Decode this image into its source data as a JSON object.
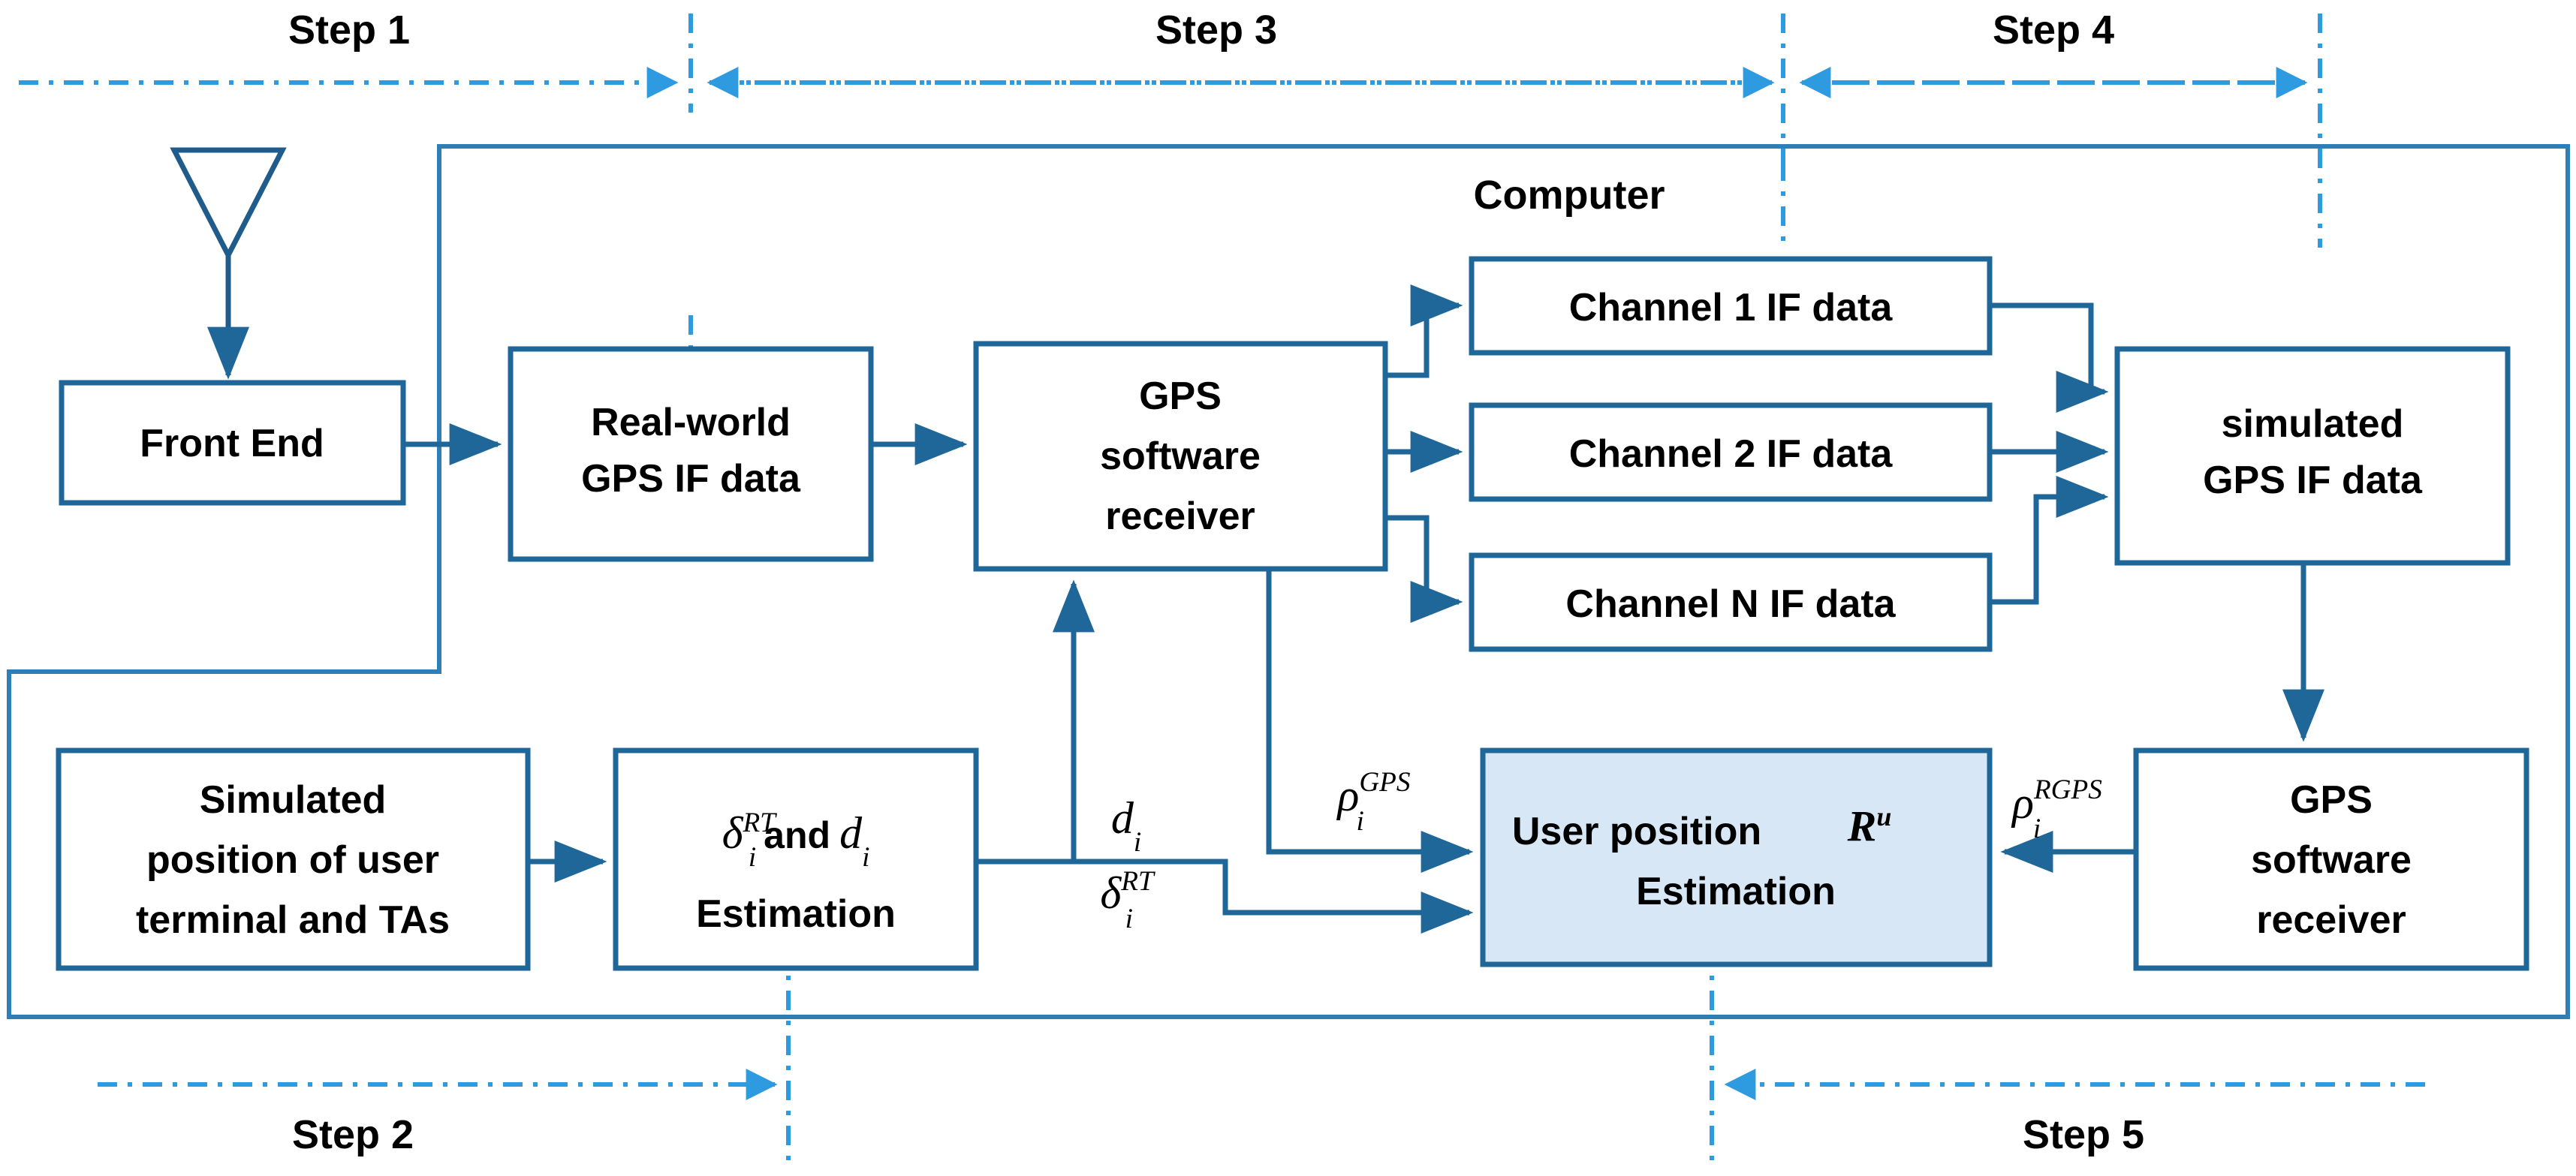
{
  "diagram": {
    "title_label": "Computer",
    "colors": {
      "box_border": "#1F6699",
      "box_fill": "#FFFFFF",
      "highlight_fill": "#D7E7F5",
      "arrow": "#1F6699",
      "step_line": "#2E9BE0",
      "text": "#000000"
    },
    "enclosure": {
      "label": "Computer"
    },
    "boxes": [
      {
        "id": "front-end",
        "label_lines": [
          "Front End"
        ],
        "fill": "#FFFFFF"
      },
      {
        "id": "real-world-if",
        "label_lines": [
          "Real-world",
          "GPS IF data"
        ],
        "fill": "#FFFFFF"
      },
      {
        "id": "gps-sw-receiver",
        "label_lines": [
          "GPS",
          "software",
          "receiver"
        ],
        "fill": "#FFFFFF"
      },
      {
        "id": "channel-1",
        "label_lines": [
          "Channel 1 IF data"
        ],
        "fill": "#FFFFFF"
      },
      {
        "id": "channel-2",
        "label_lines": [
          "Channel 2 IF data"
        ],
        "fill": "#FFFFFF"
      },
      {
        "id": "channel-n",
        "label_lines": [
          "Channel N IF data"
        ],
        "fill": "#FFFFFF"
      },
      {
        "id": "simulated-if",
        "label_lines": [
          "simulated",
          "GPS IF data"
        ],
        "fill": "#FFFFFF"
      },
      {
        "id": "sim-position",
        "label_lines": [
          "Simulated",
          "position of user",
          "terminal and TAs"
        ],
        "fill": "#FFFFFF"
      },
      {
        "id": "delta-d-estim",
        "label_lines": [
          "Estimation"
        ],
        "fill": "#FFFFFF"
      },
      {
        "id": "user-position",
        "label_lines": [
          "Estimation"
        ],
        "fill": "#D7E7F5"
      },
      {
        "id": "gps-sw-receiver-2",
        "label_lines": [
          "GPS",
          "software",
          "receiver"
        ],
        "fill": "#FFFFFF"
      }
    ],
    "box_text": {
      "front_end": "Front End",
      "real_world_1": "Real-world",
      "real_world_2": "GPS IF data",
      "gps_sw_1": "GPS",
      "gps_sw_2": "software",
      "gps_sw_3": "receiver",
      "channel_1": "Channel 1 IF data",
      "channel_2": "Channel 2 IF data",
      "channel_n": "Channel N IF data",
      "simulated_1": "simulated",
      "simulated_2": "GPS IF data",
      "sim_pos_1": "Simulated",
      "sim_pos_2": "position of user",
      "sim_pos_3": "terminal and TAs",
      "estimation": "Estimation",
      "and_word": "and",
      "user_position": "User position",
      "gps_sw2_1": "GPS",
      "gps_sw2_2": "software",
      "gps_sw2_3": "receiver"
    },
    "math": {
      "delta_base": "δ",
      "delta_sup": "RT",
      "delta_sub": "i",
      "d_base": "d",
      "d_sub": "i",
      "rho_base": "ρ",
      "rho_sub": "i",
      "rho_gps_sup": "GPS",
      "rho_rgps_sup": "RGPS",
      "R_base": "R",
      "R_sup": "u"
    },
    "steps": [
      {
        "id": "step-1",
        "label": "Step 1"
      },
      {
        "id": "step-2",
        "label": "Step 2"
      },
      {
        "id": "step-3",
        "label": "Step 3"
      },
      {
        "id": "step-4",
        "label": "Step 4"
      },
      {
        "id": "step-5",
        "label": "Step 5"
      }
    ],
    "step_text": {
      "s1": "Step 1",
      "s2": "Step 2",
      "s3": "Step 3",
      "s4": "Step 4",
      "s5": "Step 5"
    }
  }
}
